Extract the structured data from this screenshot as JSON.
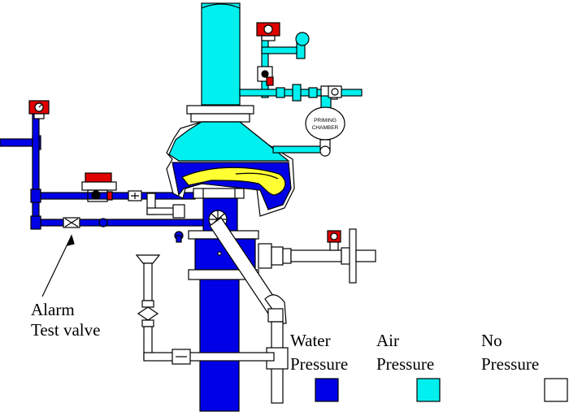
{
  "colors": {
    "water": "#0000E6",
    "air": "#00F0F0",
    "none": "#FFFFFF",
    "clapper": "#FFFF33",
    "outline": "#000000",
    "gauge_red": "#E00000"
  },
  "callout": {
    "line1": "Alarm",
    "line2": "Test valve"
  },
  "priming_chamber": {
    "line1": "PRIMING",
    "line2": "CHAMBER"
  },
  "legend": [
    {
      "line1": "Water",
      "line2": "Pressure",
      "swatch": "#0000E6"
    },
    {
      "line1": "Air",
      "line2": "Pressure",
      "swatch": "#00F0F0"
    },
    {
      "line1": "No",
      "line2": "Pressure",
      "swatch": "#FFFFFF"
    }
  ]
}
